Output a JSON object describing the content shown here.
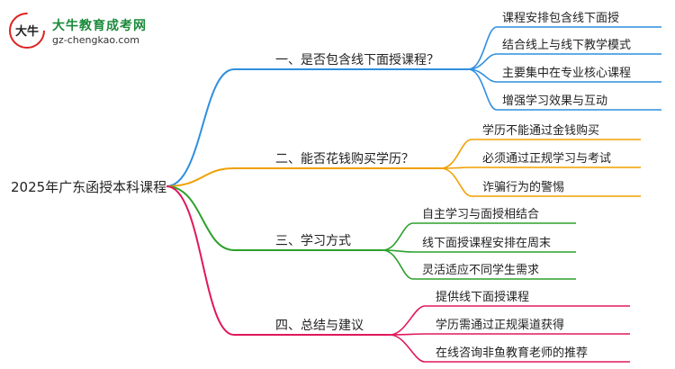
{
  "logo": {
    "name_cn": "大牛教育成考网",
    "url": "gz-chengkao.com",
    "mark_text": "大牛"
  },
  "root": {
    "label": "2025年广东函授本科课程"
  },
  "branches": [
    {
      "label": "一、是否包含线下面授课程？",
      "color": "#2f8fe0",
      "children": [
        "课程安排包含线下面授",
        "结合线上与线下教学模式",
        "主要集中在专业核心课程",
        "增强学习效果与互动"
      ]
    },
    {
      "label": "二、能否花钱购买学历？",
      "color": "#f0a000",
      "children": [
        "学历不能通过金钱购买",
        "必须通过正规学习与考试",
        "诈骗行为的警惕"
      ]
    },
    {
      "label": "三、学习方式",
      "color": "#2ca02c",
      "children": [
        "自主学习与面授相结合",
        "线下面授课程安排在周末",
        "灵活适应不同学生需求"
      ]
    },
    {
      "label": "四、总结与建议",
      "color": "#e0185a",
      "children": [
        "提供线下面授课程",
        "学历需通过正规渠道获得",
        "在线咨询非鱼教育老师的推荐"
      ]
    }
  ]
}
